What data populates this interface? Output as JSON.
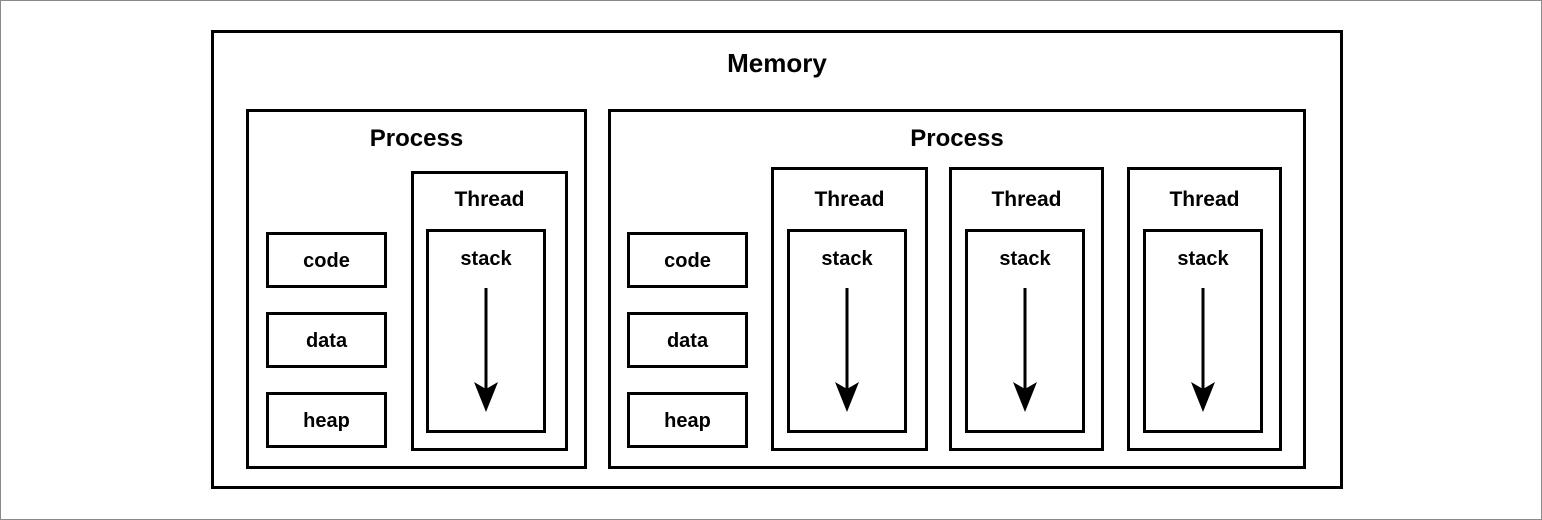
{
  "diagram": {
    "title": "Memory",
    "type": "process-thread-memory-layout",
    "colors": {
      "stroke": "#000000",
      "background": "#ffffff",
      "frame": "#8a8a8a"
    },
    "memory": {
      "label": "Memory",
      "processes": [
        {
          "label": "Process",
          "segments": [
            {
              "label": "code"
            },
            {
              "label": "data"
            },
            {
              "label": "heap"
            }
          ],
          "threads": [
            {
              "label": "Thread",
              "stack": {
                "label": "stack",
                "growth_direction": "down"
              }
            }
          ]
        },
        {
          "label": "Process",
          "segments": [
            {
              "label": "code"
            },
            {
              "label": "data"
            },
            {
              "label": "heap"
            }
          ],
          "threads": [
            {
              "label": "Thread",
              "stack": {
                "label": "stack",
                "growth_direction": "down"
              }
            },
            {
              "label": "Thread",
              "stack": {
                "label": "stack",
                "growth_direction": "down"
              }
            },
            {
              "label": "Thread",
              "stack": {
                "label": "stack",
                "growth_direction": "down"
              }
            }
          ]
        }
      ]
    }
  }
}
